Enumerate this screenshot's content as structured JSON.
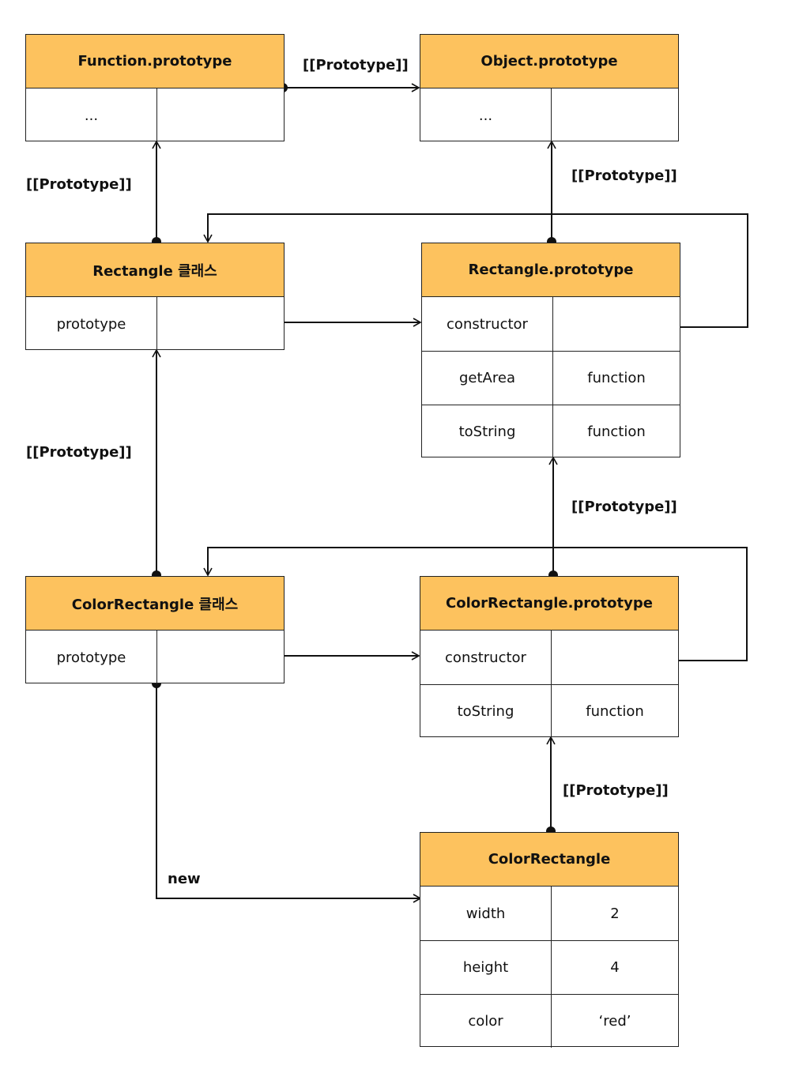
{
  "boxes": {
    "function_prototype": {
      "title": "Function.prototype",
      "rows": [
        {
          "key": "...",
          "value": ""
        }
      ]
    },
    "object_prototype": {
      "title": "Object.prototype",
      "rows": [
        {
          "key": "...",
          "value": ""
        }
      ]
    },
    "rectangle_class": {
      "title": "Rectangle 클래스",
      "rows": [
        {
          "key": "prototype",
          "value": ""
        }
      ]
    },
    "rectangle_prototype": {
      "title": "Rectangle.prototype",
      "rows": [
        {
          "key": "constructor",
          "value": ""
        },
        {
          "key": "getArea",
          "value": "function"
        },
        {
          "key": "toString",
          "value": "function"
        }
      ]
    },
    "colorrectangle_class": {
      "title": "ColorRectangle 클래스",
      "rows": [
        {
          "key": "prototype",
          "value": ""
        }
      ]
    },
    "colorrectangle_prototype": {
      "title": "ColorRectangle.prototype",
      "rows": [
        {
          "key": "constructor",
          "value": ""
        },
        {
          "key": "toString",
          "value": "function"
        }
      ]
    },
    "colorrectangle_instance": {
      "title": "ColorRectangle",
      "rows": [
        {
          "key": "width",
          "value": "2"
        },
        {
          "key": "height",
          "value": "4"
        },
        {
          "key": "color",
          "value": "‘red’"
        }
      ]
    }
  },
  "labels": {
    "proto_function_to_object": "[[Prototype]]",
    "proto_rect_class_to_function": "[[Prototype]]",
    "proto_rect_proto_to_object": "[[Prototype]]",
    "proto_color_class_to_rect_class": "[[Prototype]]",
    "proto_color_proto_to_rect_proto": "[[Prototype]]",
    "proto_instance_to_color_proto": "[[Prototype]]",
    "new": "new"
  }
}
